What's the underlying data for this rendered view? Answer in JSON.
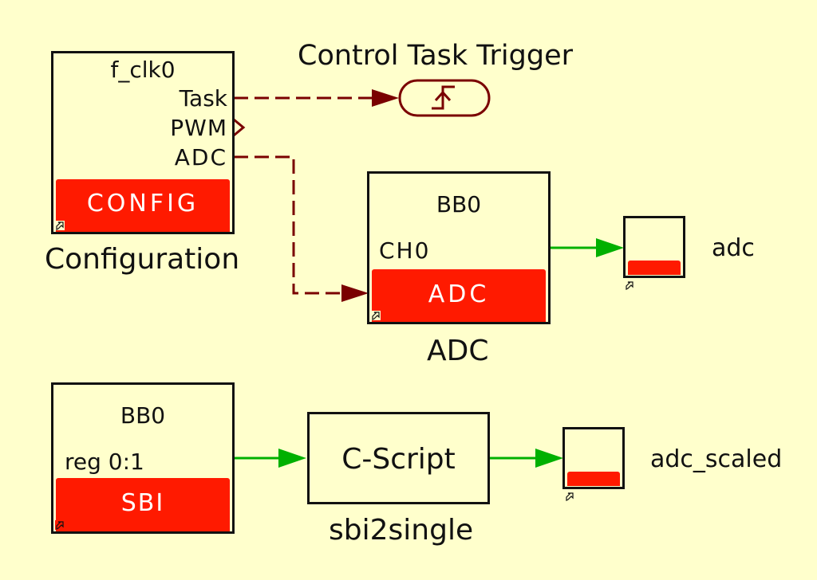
{
  "colors": {
    "background": "#ffffcc",
    "block_label_fill": "#ff1a00",
    "event_wire": "#7a0000",
    "data_wire": "#00b000",
    "border": "#111111"
  },
  "blocks": {
    "config": {
      "port_top": "f_clk0",
      "outputs": [
        "Task",
        "PWM",
        "ADC"
      ],
      "type_label": "CONFIG",
      "caption": "Configuration"
    },
    "trigger": {
      "caption": "Control Task Trigger",
      "icon": "rising-edge-trigger-icon"
    },
    "adc": {
      "board": "BB0",
      "channel": "CH0",
      "type_label": "ADC",
      "caption": "ADC"
    },
    "adc_scope": {
      "caption": "adc"
    },
    "sbi": {
      "board": "BB0",
      "register": "reg 0:1",
      "type_label": "SBI"
    },
    "cscript": {
      "title": "C-Script",
      "caption": "sbi2single"
    },
    "scaled_scope": {
      "caption": "adc_scaled"
    }
  },
  "icons": {
    "link": "subsystem-link-icon"
  }
}
